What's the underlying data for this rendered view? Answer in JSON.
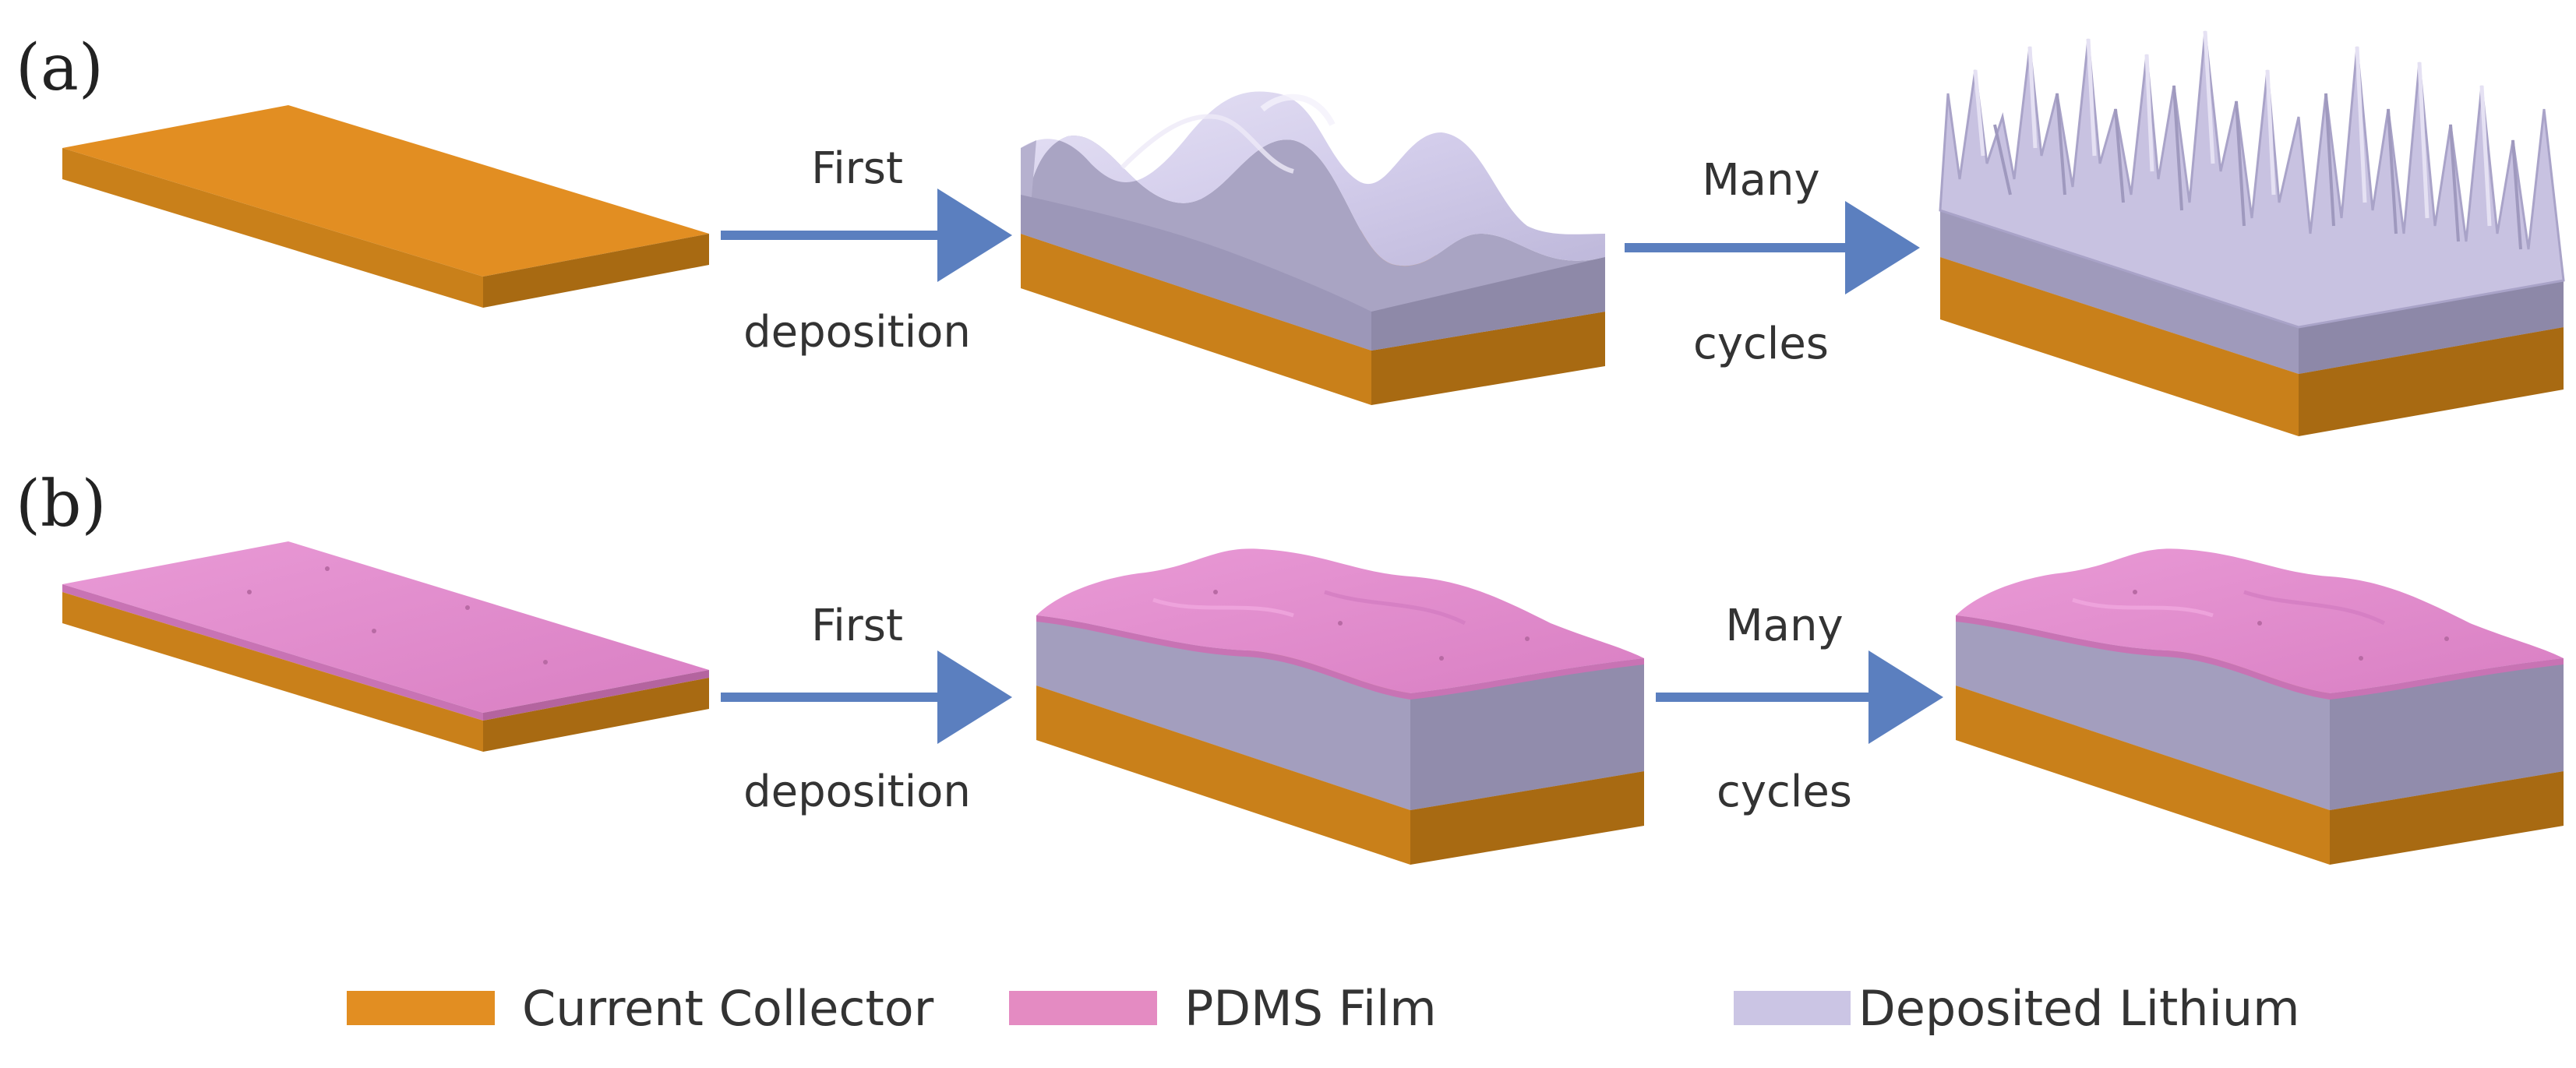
{
  "panels": [
    {
      "label": "(a)",
      "steps": [
        {
          "line1": "First",
          "line2": "deposition"
        },
        {
          "line1": "Many",
          "line2": "cycles"
        }
      ]
    },
    {
      "label": "(b)",
      "steps": [
        {
          "line1": "First",
          "line2": "deposition"
        },
        {
          "line1": "Many",
          "line2": "cycles"
        }
      ]
    }
  ],
  "legend": [
    {
      "label": "Current Collector",
      "color": "#E28E22"
    },
    {
      "label": "PDMS Film",
      "color": "#E48BC2"
    },
    {
      "label": "Deposited Lithium",
      "color": "#CBC5E4"
    }
  ],
  "colors": {
    "collector_top": "#E28E22",
    "collector_front": "#C9801A",
    "collector_side": "#A86A12",
    "pdms_top": "#E28ACD",
    "pdms_side": "#C873B4",
    "lithium_top": "#D6D1EC",
    "lithium_front": "#B0ABC7",
    "lithium_side": "#8F8AA6",
    "arrow": "#5B7FBF"
  }
}
